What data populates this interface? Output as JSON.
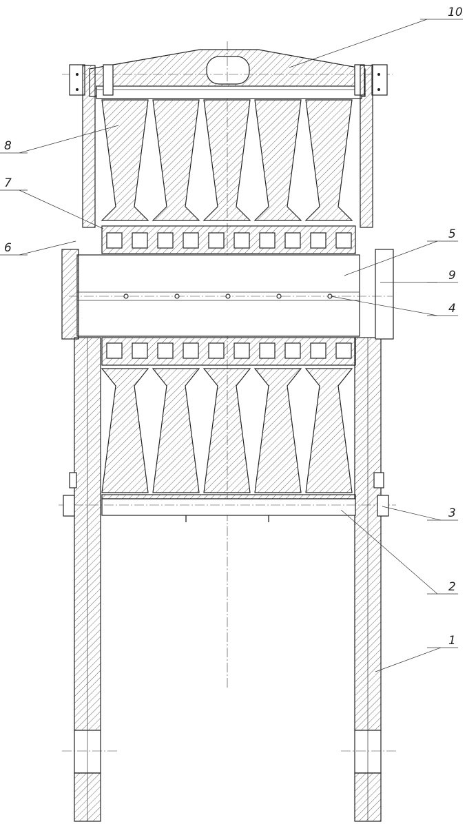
{
  "drawing": {
    "background": "#ffffff",
    "line_color": "#222222",
    "callouts": [
      {
        "id": "1",
        "text": "1"
      },
      {
        "id": "2",
        "text": "2"
      },
      {
        "id": "3",
        "text": "3"
      },
      {
        "id": "4",
        "text": "4"
      },
      {
        "id": "5",
        "text": "5"
      },
      {
        "id": "6",
        "text": "6"
      },
      {
        "id": "7",
        "text": "7"
      },
      {
        "id": "8",
        "text": "8"
      },
      {
        "id": "9",
        "text": "9"
      },
      {
        "id": "10",
        "text": "10"
      }
    ]
  }
}
